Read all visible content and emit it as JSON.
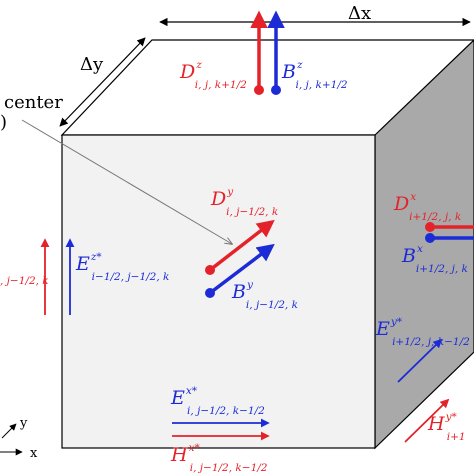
{
  "colors": {
    "red": "#e4222a",
    "blue": "#1c2bd6",
    "edge": "#000000",
    "side_face": "#a9a9a9",
    "front_face": "#f2f2f2",
    "top_face": "#ffffff",
    "text": "#000000"
  },
  "dimensions": {
    "dx": "Δx",
    "dy": "Δy"
  },
  "cell_center_label": {
    "line1": "center",
    "line2": ")"
  },
  "axes": {
    "y": "y",
    "x": "x"
  },
  "fields": {
    "dz": {
      "base": "D",
      "sub": "i, j, k+1/2",
      "sup": "z"
    },
    "bz": {
      "base": "B",
      "sub": "i, j, k+1/2",
      "sup": "z"
    },
    "dy": {
      "base": "D",
      "sub": "i, j−1/2, k",
      "sup": "y"
    },
    "by": {
      "base": "B",
      "sub": "i, j−1/2, k",
      "sup": "y"
    },
    "dx": {
      "base": "D",
      "sub": "i+1/2, j, k",
      "sup": "x"
    },
    "bx": {
      "base": "B",
      "sub": "i+1/2, j, k",
      "sup": "x"
    },
    "ez": {
      "base": "E",
      "sub": "i−1/2, j−1/2, k",
      "sup": "z*"
    },
    "hz_partial": {
      "sub": ", j−1/2, k"
    },
    "ey": {
      "base": "E",
      "sub": "i+1/2, j, k−1/2",
      "sup": "y*"
    },
    "hy": {
      "base": "H",
      "sub": "i+1",
      "sup": "y*"
    },
    "ex": {
      "base": "E",
      "sub": "i, j−1/2, k−1/2",
      "sup": "x*"
    },
    "hx": {
      "base": "H",
      "sub": "i, j−1/2, k−1/2",
      "sup": "x*"
    }
  }
}
